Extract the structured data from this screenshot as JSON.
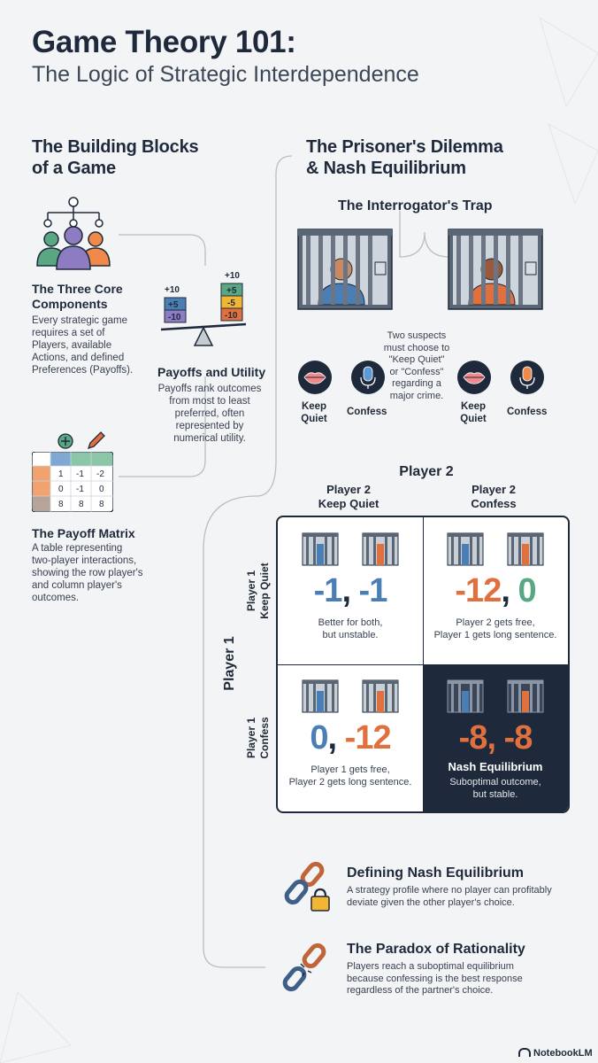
{
  "header": {
    "title": "Game Theory 101:",
    "subtitle": "The Logic of Strategic Interdependence"
  },
  "building_blocks": {
    "heading_line1": "The Building Blocks",
    "heading_line2": "of a Game",
    "core": {
      "title_line1": "The Three Core",
      "title_line2": "Components",
      "desc": [
        "Every strategic game",
        "requires a set of",
        "Players, available",
        "Actions, and defined",
        "Preferences (Payoffs)."
      ]
    },
    "payoffs": {
      "title": "Payoffs and Utility",
      "desc": [
        "Payoffs rank outcomes",
        "from most to least",
        "preferred, often",
        "represented by",
        "numerical utility."
      ],
      "left_stack": [
        "+10",
        "+5",
        "-10"
      ],
      "right_stack": [
        "+10",
        "+5",
        "-5",
        "-10"
      ]
    },
    "matrix": {
      "title": "The Payoff Matrix",
      "desc": [
        "A table representing",
        "two-player interactions,",
        "showing the row player's",
        "and column player's",
        "outcomes."
      ],
      "rows": [
        [
          "1",
          "-1",
          "-2"
        ],
        [
          "0",
          "-1",
          "0"
        ],
        [
          "8",
          "8",
          "8"
        ]
      ]
    }
  },
  "dilemma": {
    "heading_line1": "The Prisoner's Dilemma",
    "heading_line2": "& Nash Equilibrium",
    "trap_title": "The Interrogator's Trap",
    "trap_desc": [
      "Two suspects",
      "must choose to",
      "\"Keep Quiet\"",
      "or \"Confess\"",
      "regarding a",
      "major crime."
    ],
    "choices": {
      "keep_quiet_l1": "Keep",
      "keep_quiet_l2": "Quiet",
      "confess": "Confess"
    }
  },
  "game": {
    "player2": "Player 2",
    "player1": "Player 1",
    "col1_l1": "Player 2",
    "col1_l2": "Keep Quiet",
    "col2_l1": "Player 2",
    "col2_l2": "Confess",
    "row1_l1": "Player 1",
    "row1_l2": "Keep Quiet",
    "row2_l1": "Player 1",
    "row2_l2": "Confess",
    "cells": {
      "qq": {
        "p1": "-1",
        "sep": ",",
        "p2": " -1",
        "note_l1": "Better for both,",
        "note_l2": "but unstable."
      },
      "qc": {
        "p1": "-12",
        "sep": ",",
        "p2": " 0",
        "note_l1": "Player 2 gets free,",
        "note_l2": "Player 1 gets long sentence."
      },
      "cq": {
        "p1": "0",
        "sep": ",",
        "p2": " -12",
        "note_l1": "Player 1 gets free,",
        "note_l2": "Player 2 gets long sentence."
      },
      "cc": {
        "p1": "-8",
        "sep": ",",
        "p2": " -8",
        "label": "Nash Equilibrium",
        "note_l1": "Suboptimal outcome,",
        "note_l2": "but stable."
      }
    }
  },
  "definitions": {
    "nash_title": "Defining Nash Equilibrium",
    "nash_desc": [
      "A strategy profile where no player can profitably",
      "deviate given the other player's choice."
    ],
    "paradox_title": "The Paradox of Rationality",
    "paradox_desc": [
      "Players reach a suboptimal equilibrium",
      "because confessing is the best response",
      "regardless of the partner's choice."
    ]
  },
  "branding": {
    "label": "NotebookLM"
  },
  "colors": {
    "navy": "#1e2a3b",
    "blue": "#4a7fb5",
    "orange": "#e0703e",
    "green": "#5aa883",
    "purple": "#8e7cc3"
  }
}
